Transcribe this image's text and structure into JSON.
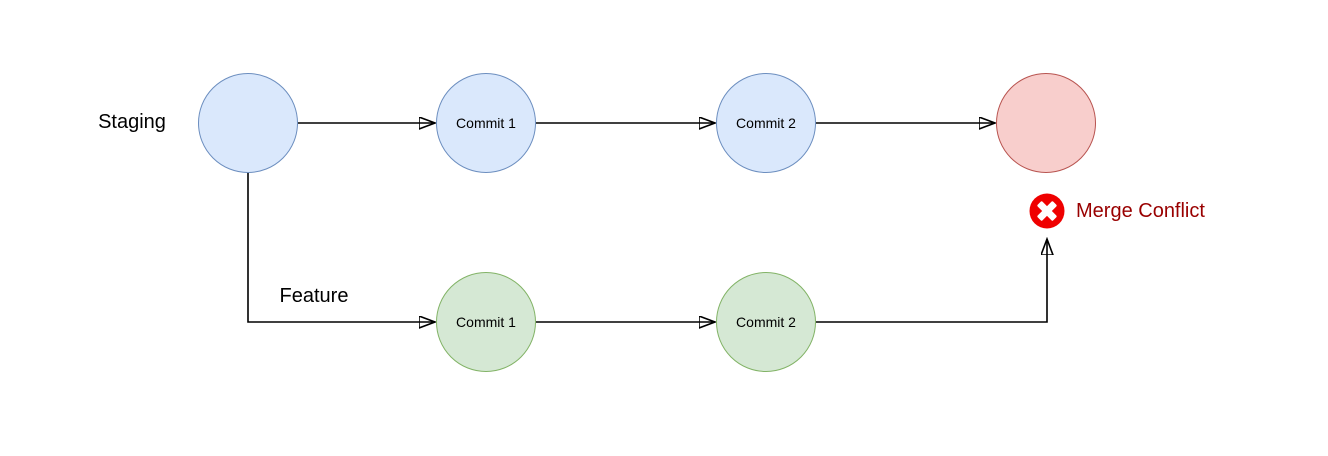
{
  "labels": {
    "staging": "Staging",
    "feature": "Feature",
    "merge_conflict": "Merge Conflict"
  },
  "nodes": {
    "staging_start": "",
    "staging_commit_1": "Commit 1",
    "staging_commit_2": "Commit 2",
    "merge_result": "",
    "feature_commit_1": "Commit 1",
    "feature_commit_2": "Commit 2"
  },
  "edges": [
    {
      "from": "staging_start",
      "to": "staging_commit_1"
    },
    {
      "from": "staging_commit_1",
      "to": "staging_commit_2"
    },
    {
      "from": "staging_commit_2",
      "to": "merge_result"
    },
    {
      "from": "staging_start",
      "to": "feature_commit_1",
      "branch": "Feature"
    },
    {
      "from": "feature_commit_1",
      "to": "feature_commit_2"
    },
    {
      "from": "feature_commit_2",
      "to": "merge_conflict_icon"
    }
  ],
  "colors": {
    "background": "#ffffff",
    "staging_node_fill": "#dae8fc",
    "staging_node_stroke": "#6c8ebf",
    "feature_node_fill": "#d5e8d4",
    "feature_node_stroke": "#82b366",
    "merge_node_fill": "#f8cecc",
    "merge_node_stroke": "#b85450",
    "error_icon_fill": "#ef0000",
    "merge_conflict_text": "#990000",
    "edge_stroke": "#000000"
  },
  "icons": {
    "error": "x-circle-icon"
  }
}
